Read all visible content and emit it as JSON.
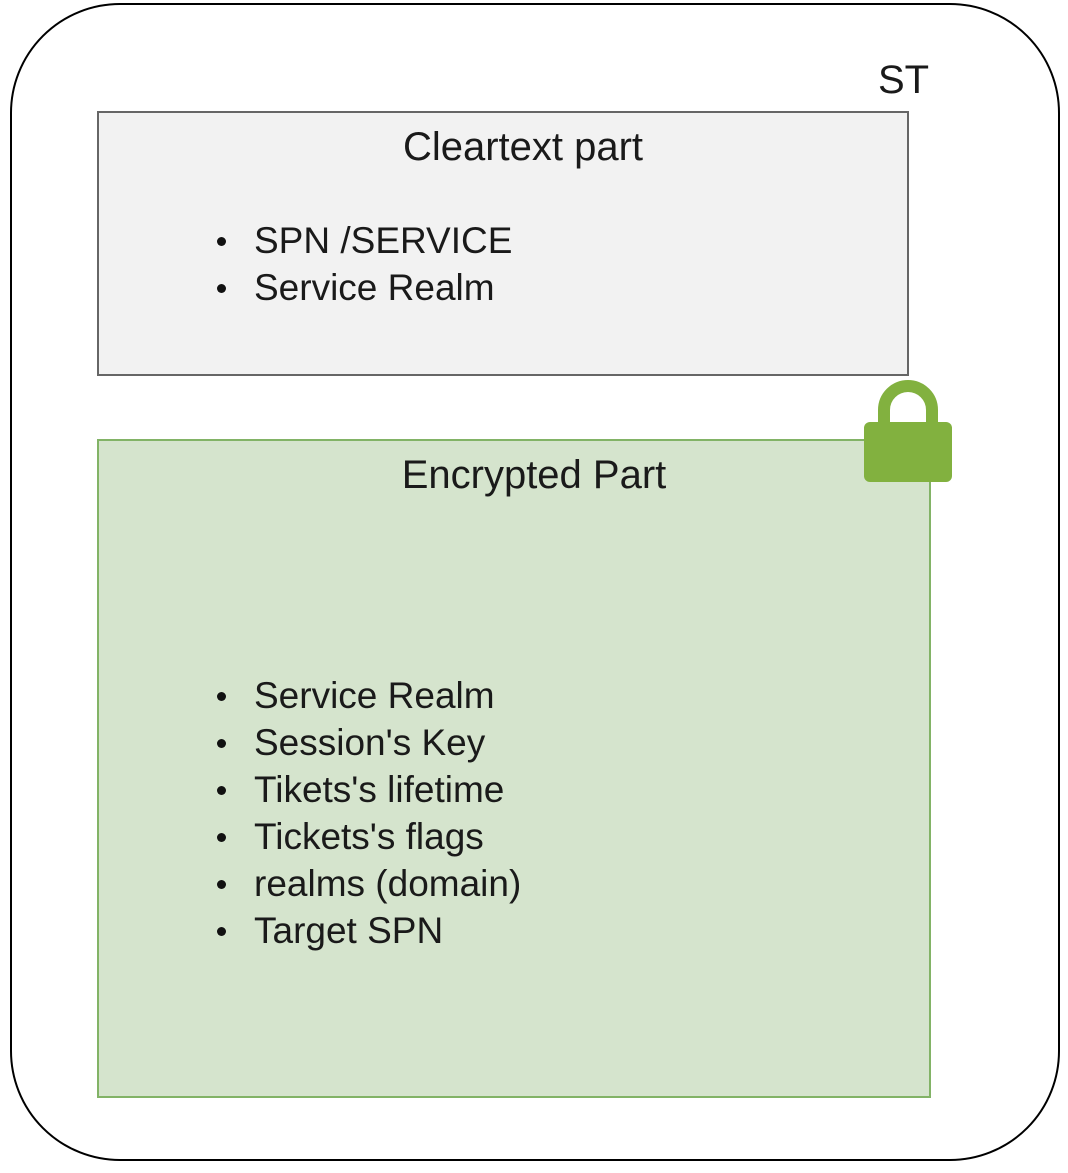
{
  "diagram": {
    "container_label": "ST",
    "cleartext": {
      "title": "Cleartext part",
      "items": [
        "SPN /SERVICE",
        "Service Realm"
      ],
      "fill": "#f2f2f2",
      "border": "#666666"
    },
    "encrypted": {
      "title": "Encrypted Part",
      "items": [
        "Service Realm",
        "Session's Key",
        "Tikets's lifetime",
        "Tickets's flags",
        "realms (domain)",
        "Target SPN"
      ],
      "fill": "#d5e4cd",
      "border": "#82b366"
    },
    "lock_icon": {
      "name": "padlock-icon",
      "color": "#82b13f"
    }
  }
}
